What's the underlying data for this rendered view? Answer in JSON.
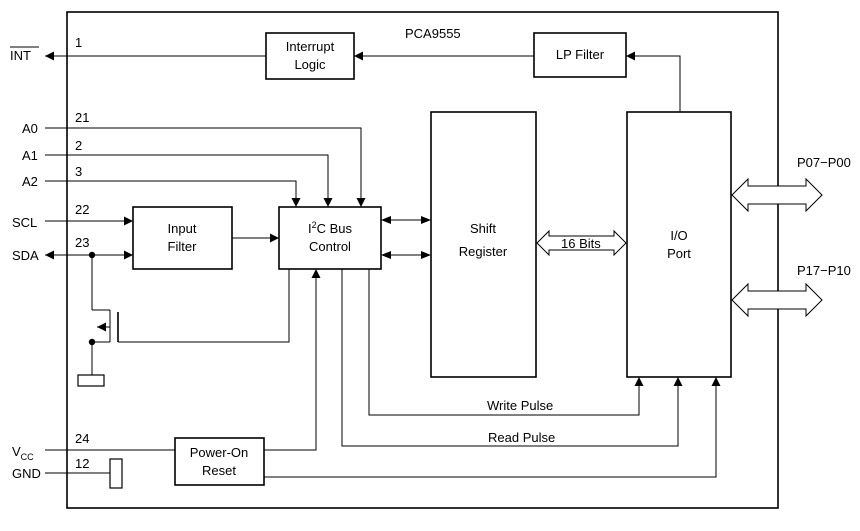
{
  "chip_name": "PCA9555",
  "pins": {
    "int": {
      "name": "INT",
      "number": "1"
    },
    "a0": {
      "name": "A0",
      "number": "21"
    },
    "a1": {
      "name": "A1",
      "number": "2"
    },
    "a2": {
      "name": "A2",
      "number": "3"
    },
    "scl": {
      "name": "SCL",
      "number": "22"
    },
    "sda": {
      "name": "SDA",
      "number": "23"
    },
    "vcc": {
      "name": "V",
      "subscript": "CC",
      "number": "24"
    },
    "gnd": {
      "name": "GND",
      "number": "12"
    }
  },
  "blocks": {
    "interrupt_logic": [
      "Interrupt",
      "Logic"
    ],
    "lp_filter": "LP Filter",
    "input_filter": [
      "Input",
      "Filter"
    ],
    "i2c_control": {
      "prefix": "I",
      "superscript": "2",
      "rest": "C Bus",
      "line2": "Control"
    },
    "shift_register": [
      "Shift",
      "Register"
    ],
    "io_port": [
      "I/O",
      "Port"
    ],
    "power_on_reset": [
      "Power-On",
      "Reset"
    ]
  },
  "signals": {
    "bits": "16 Bits",
    "write_pulse": "Write Pulse",
    "read_pulse": "Read Pulse"
  },
  "ports": {
    "p0": "P07−P00",
    "p1": "P17−P10"
  }
}
